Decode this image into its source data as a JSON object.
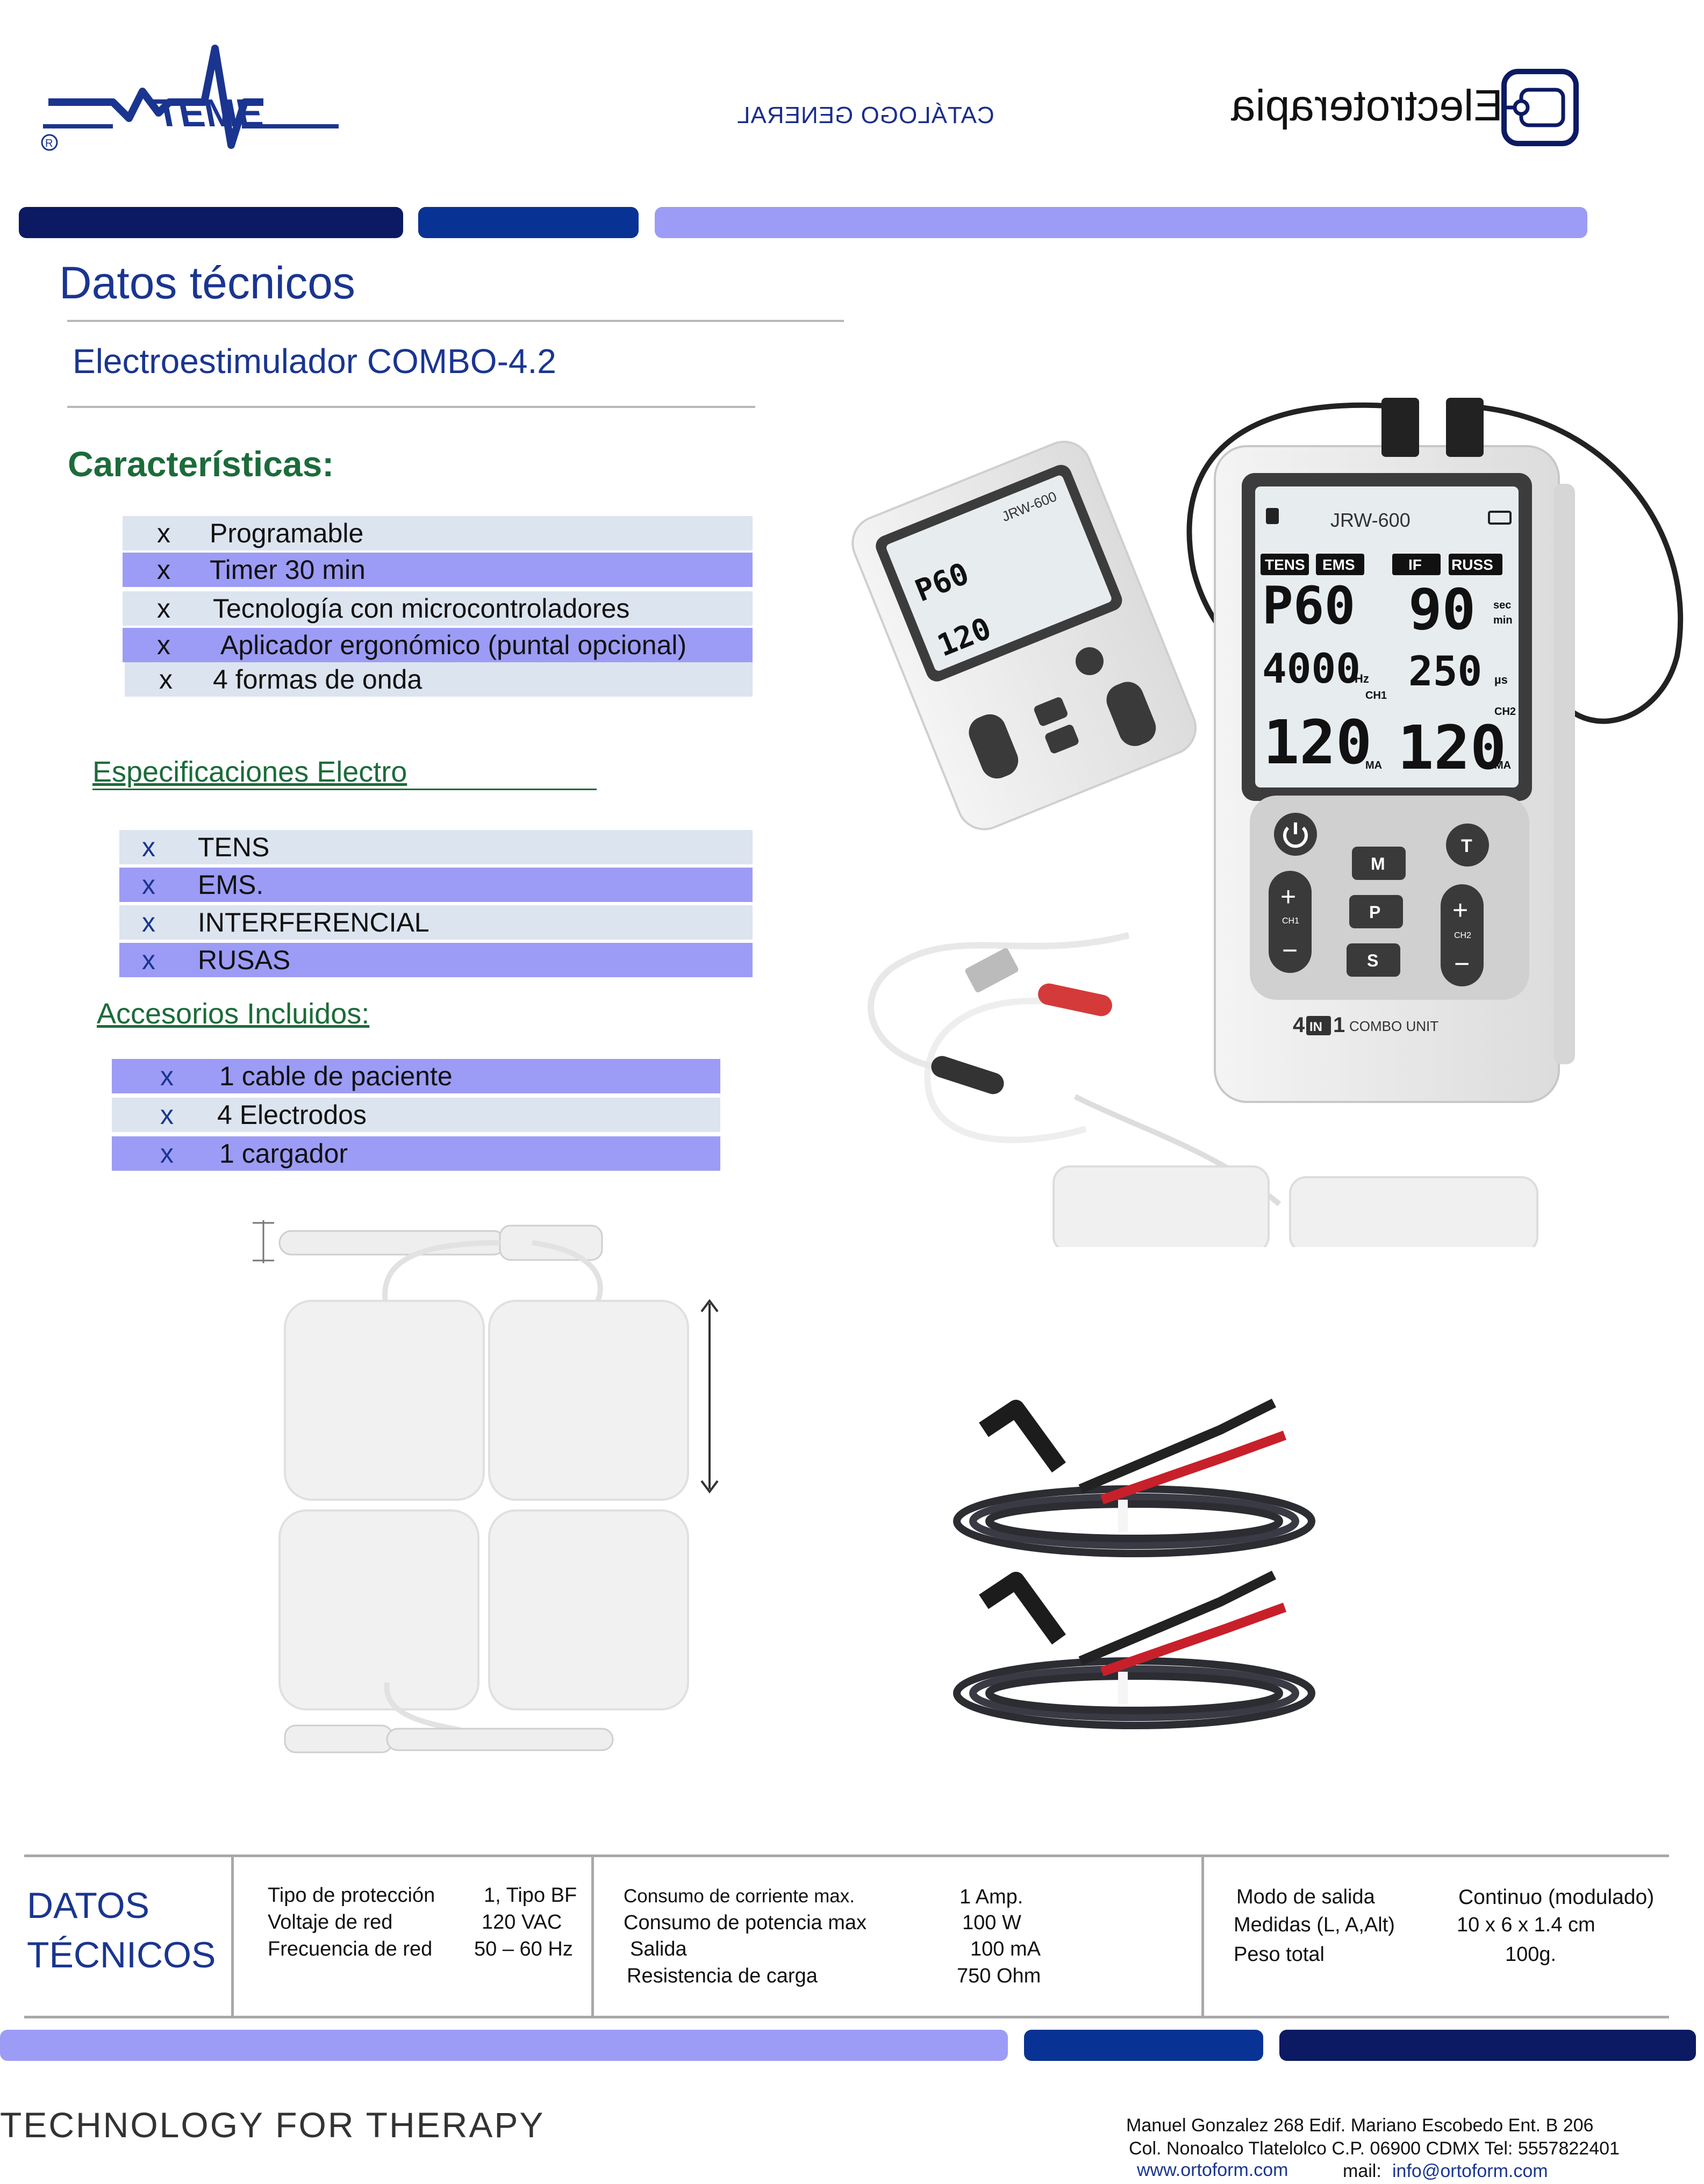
{
  "header": {
    "logo_icon": "emet-pulse-logo",
    "catalog_label": "CATÁLOGO GENERAL",
    "section_title": "Electroterapia",
    "section_icon": "electrotherapy-icon"
  },
  "doc": {
    "title": "Datos técnicos",
    "product_name": "Electroestimulador COMBO-4.2"
  },
  "features": {
    "heading": "Características:",
    "marker": "x",
    "items": [
      "Programable",
      "Timer   30 min",
      "Tecnología con microcontroladores",
      "Aplicador ergonómico (puntal opcional)",
      "4 formas de onda"
    ]
  },
  "specs": {
    "heading": "Especificaciones Electro",
    "marker": "x",
    "items": [
      "TENS",
      "EMS.",
      "INTERFERENCIAL",
      "RUSAS"
    ]
  },
  "accessories": {
    "heading": "Accesorios Incluidos:",
    "marker": "x",
    "items": [
      "1 cable de paciente",
      "4 Electrodos",
      "1 cargador"
    ]
  },
  "device": {
    "model": "JRW-600",
    "modes": [
      "TENS",
      "EMS",
      "IF",
      "RUSS"
    ],
    "lcd_row1_left": "P60",
    "lcd_row1_right": "90",
    "lcd_row1_unit_top": "sec",
    "lcd_row1_unit_bottom": "min",
    "lcd_row2_left": "4000",
    "lcd_row2_left_unit": "Hz",
    "lcd_row2_right": "250",
    "lcd_row2_right_unit": "µs",
    "lcd_ch1": "120",
    "lcd_ch2": "120",
    "ch1_label": "CH1",
    "ch2_label": "CH2",
    "ma_label": "MA",
    "btn_m": "M",
    "btn_p": "P",
    "btn_s": "S",
    "btn_t": "T",
    "btn_plus": "+",
    "btn_minus": "−",
    "brand_prefix": "4",
    "brand_in": "IN",
    "brand_suffix": "1",
    "brand_text": "COMBO UNIT",
    "power_icon": "power-icon"
  },
  "tech": {
    "heading_line1": "DATOS",
    "heading_line2": "TÉCNICOS",
    "col1": [
      {
        "label": "Tipo de protección",
        "value": "1, Tipo BF"
      },
      {
        "label": "Voltaje de red",
        "value": "120 VAC"
      },
      {
        "label": "Frecuencia de red",
        "value": "50 – 60 Hz"
      }
    ],
    "col2": [
      {
        "label": "Consumo de corriente max.",
        "value": "1  Amp."
      },
      {
        "label": "Consumo de potencia max",
        "value": "100 W"
      },
      {
        "label": "Salida",
        "value": "100 mA"
      },
      {
        "label": "Resistencia de carga",
        "value": "750 Ohm"
      }
    ],
    "col3": [
      {
        "label": "Modo  de salida",
        "value": "Continuo (modulado)"
      },
      {
        "label": "Medidas (L, A,Alt)",
        "value": "10 x 6 x 1.4 cm"
      },
      {
        "label": "Peso total",
        "value": "100g."
      }
    ]
  },
  "footer": {
    "slogan": "TECHNOLOGY FOR THERAPY",
    "address_line1": "Manuel Gonzalez 268 Edif. Mariano Escobedo Ent. B 206",
    "address_line2": "Col. Nonoalco Tlatelolco C.P. 06900 CDMX Tel: 5557822401",
    "website": "www.ortoform.com",
    "mail_label": "mail:",
    "email": "info@ortoform.com"
  },
  "colors": {
    "navy": "#0b1a63",
    "blue": "#083394",
    "lavender": "#9c9cf6",
    "title_blue": "#1a3590",
    "heading_green": "#1c6b3a",
    "row_light": "#dce4ef"
  }
}
